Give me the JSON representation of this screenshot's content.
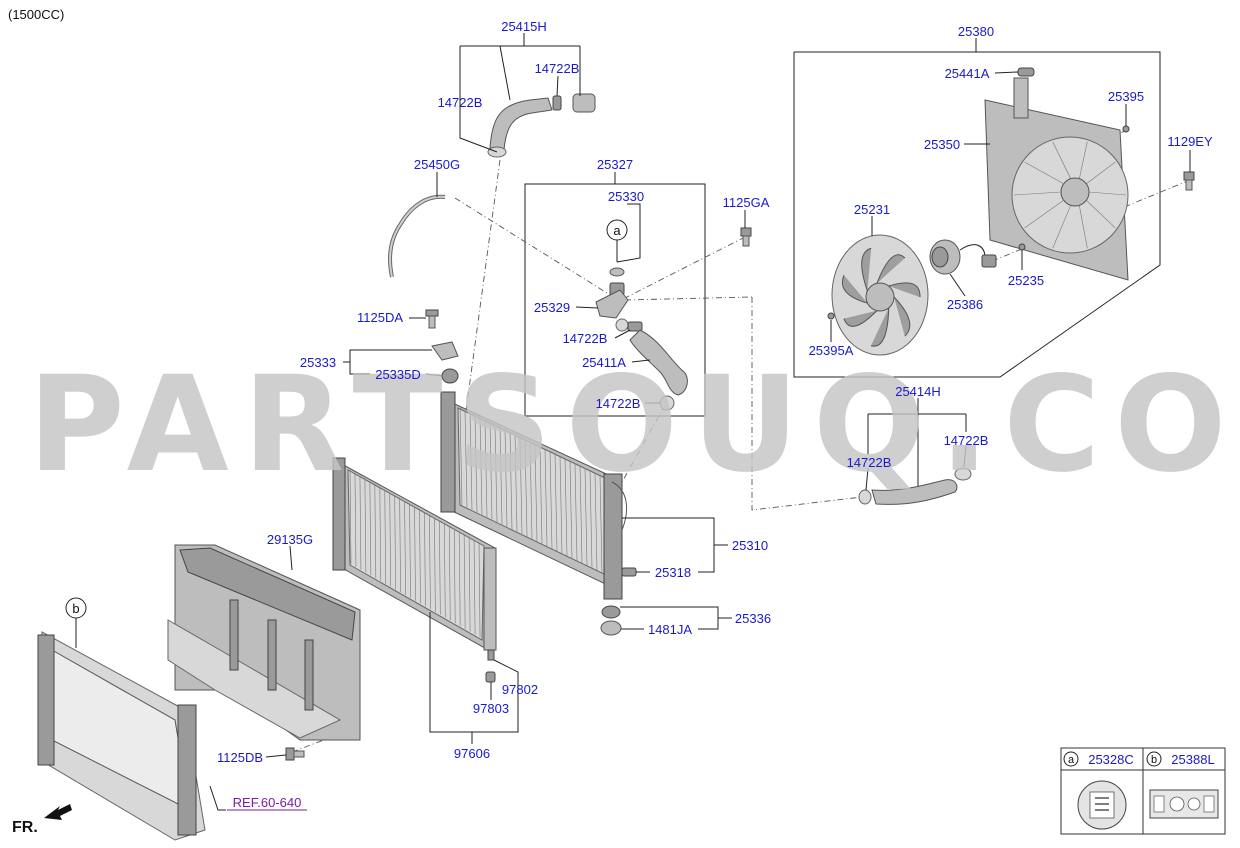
{
  "header": {
    "variant": "(1500CC)"
  },
  "watermark": "PARTSOUQ.COM",
  "labels": {
    "p25415H": "25415H",
    "p14722B_a": "14722B",
    "p14722B_b": "14722B",
    "p25450G": "25450G",
    "p25327": "25327",
    "p25330": "25330",
    "p1125GA": "1125GA",
    "p25329": "25329",
    "p14722B_c": "14722B",
    "p25411A": "25411A",
    "p14722B_d": "14722B",
    "p1125DA": "1125DA",
    "p25333": "25333",
    "p25335D": "25335D",
    "p25380": "25380",
    "p25441A": "25441A",
    "p25395": "25395",
    "p1129EY": "1129EY",
    "p25350": "25350",
    "p25231": "25231",
    "p25235": "25235",
    "p25386": "25386",
    "p25395A": "25395A",
    "p25414H": "25414H",
    "p14722B_e": "14722B",
    "p14722B_f": "14722B",
    "p25310": "25310",
    "p25318": "25318",
    "p25336": "25336",
    "p1481JA": "1481JA",
    "p29135G": "29135G",
    "p97802": "97802",
    "p97803": "97803",
    "p97606": "97606",
    "p1125DB": "1125DB",
    "ref": "REF.60-640",
    "fr": "FR.",
    "callout_a": "a",
    "callout_b": "b"
  },
  "legend": {
    "a_letter": "a",
    "a_part": "25328C",
    "b_letter": "b",
    "b_part": "25388L"
  }
}
